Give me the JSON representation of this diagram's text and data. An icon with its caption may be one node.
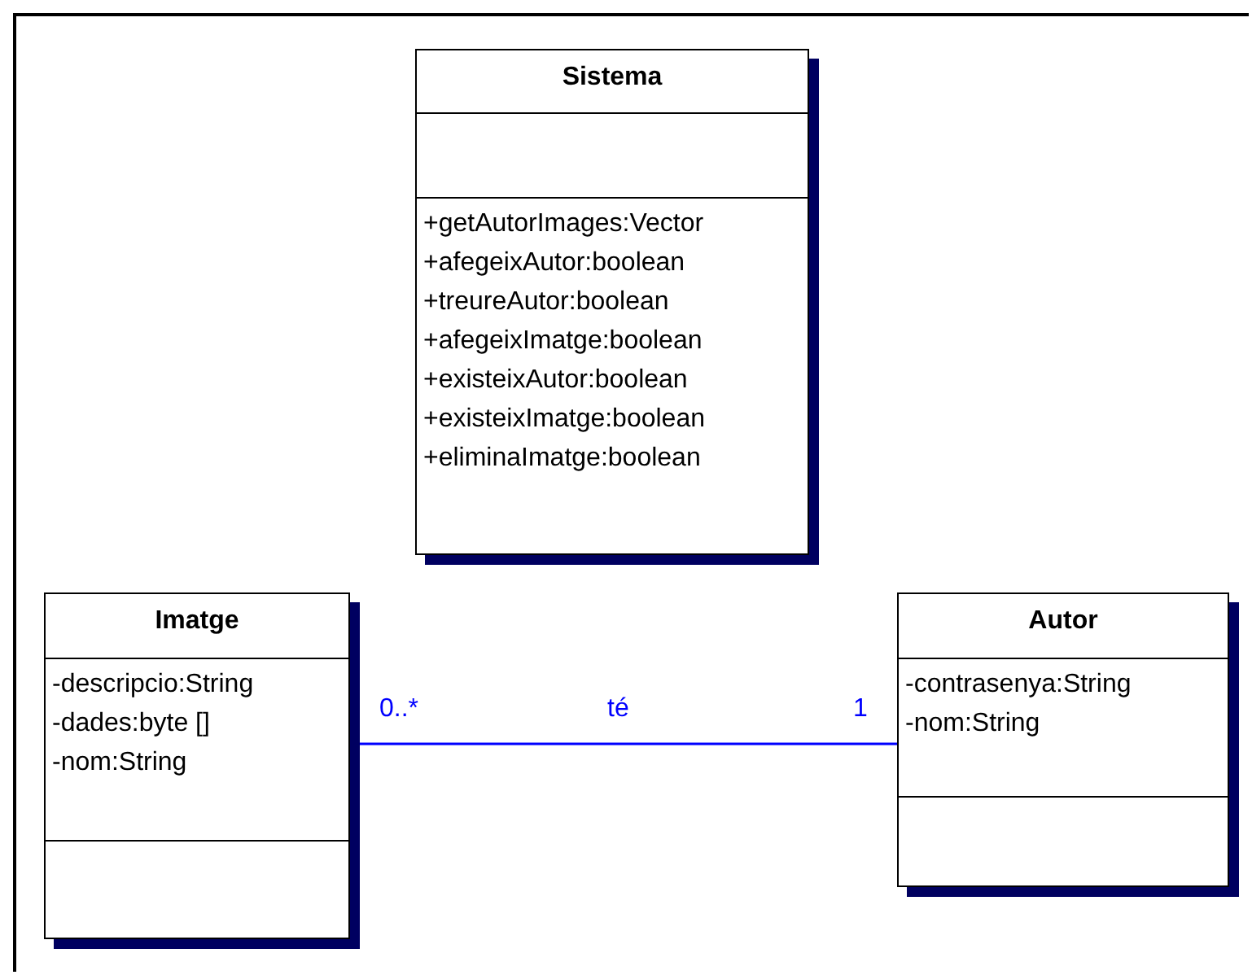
{
  "diagram": {
    "nodes": [
      {
        "text": [
          "Sistema",
          "+getAutorImages:Vector",
          "+afegeixAutor:boolean",
          "+treureAutor:boolean",
          "+afegeixImatge:boolean",
          "+existeixAutor:boolean",
          "+existeixImatge:boolean",
          "+eliminaImatge:boolean"
        ]
      },
      {
        "text": [
          "Imatge",
          "-descripcio:String",
          "-dades:byte []",
          "-nom:String"
        ]
      },
      {
        "text": [
          "Autor",
          "-contrasenya:String",
          "-nom:String"
        ]
      }
    ],
    "edges": [
      {
        "from": 1,
        "to": 2,
        "arrow": "none",
        "label": "té",
        "color": "#0000ff"
      }
    ],
    "labels": [
      "0..*",
      "1"
    ]
  }
}
